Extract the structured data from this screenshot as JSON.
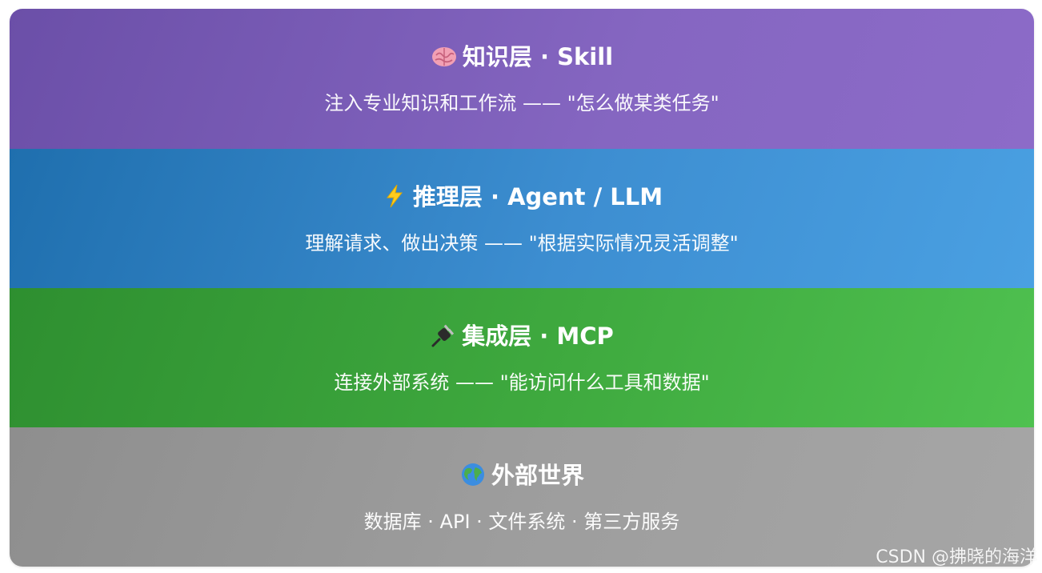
{
  "layers": [
    {
      "icon": "brain-icon",
      "title": "知识层 · Skill",
      "description": "注入专业知识和工作流 —— \"怎么做某类任务\"",
      "color": "#7b5cb8"
    },
    {
      "icon": "lightning-icon",
      "title": "推理层 · Agent / LLM",
      "description": "理解请求、做出决策 —— \"根据实际情况灵活调整\"",
      "color": "#3a8acb"
    },
    {
      "icon": "plug-icon",
      "title": "集成层 · MCP",
      "description": "连接外部系统 —— \"能访问什么工具和数据\"",
      "color": "#3ea43f"
    },
    {
      "icon": "globe-icon",
      "title": "外部世界",
      "description": "数据库 · API · 文件系统 · 第三方服务",
      "color": "#9b9b9b"
    }
  ],
  "watermark": "CSDN @拂晓的海洋"
}
